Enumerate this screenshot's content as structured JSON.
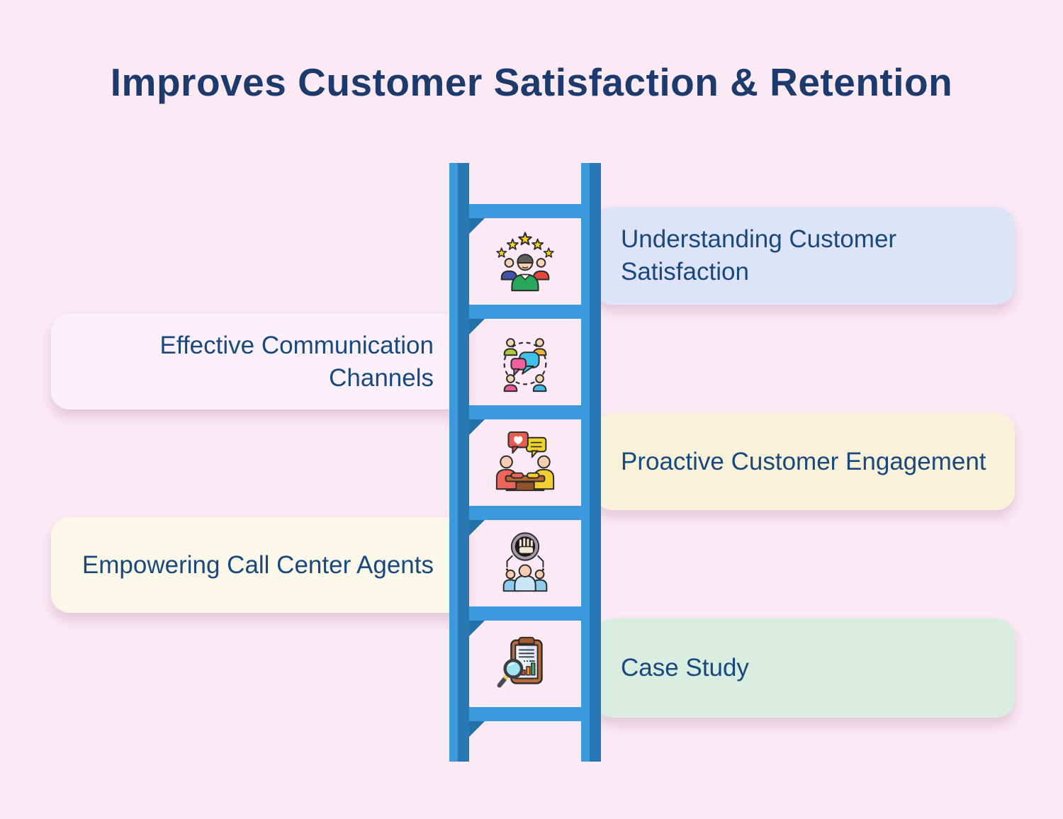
{
  "title": "Improves Customer Satisfaction & Retention",
  "colors": {
    "page_bg": "#fbe9f3",
    "title_text": "#1d3a6d",
    "label_text": "#17497e",
    "ladder_light": "#3b99dc",
    "ladder_dark": "#2878b6",
    "ladder_shadow": "#2470a8",
    "box_lavender": "#dfe3f8",
    "box_pale_pink": "#fcf1fa",
    "box_cream": "#faf1da",
    "box_ivory": "#fbf7e9",
    "box_mint": "#d9ede1"
  },
  "steps": [
    {
      "label": "Understanding Customer Satisfaction",
      "side": "right",
      "icon": "customer-satisfaction-icon",
      "box_color": "#dfe3f8"
    },
    {
      "label": "Effective Communication Channels",
      "side": "left",
      "icon": "communication-channels-icon",
      "box_color": "#fcf1fa"
    },
    {
      "label": "Proactive Customer Engagement",
      "side": "right",
      "icon": "proactive-engagement-icon",
      "box_color": "#faf1da"
    },
    {
      "label": "Empowering Call Center Agents",
      "side": "left",
      "icon": "empowering-agents-icon",
      "box_color": "#fbf7e9"
    },
    {
      "label": "Case Study",
      "side": "right",
      "icon": "case-study-icon",
      "box_color": "#d9ede1"
    }
  ]
}
